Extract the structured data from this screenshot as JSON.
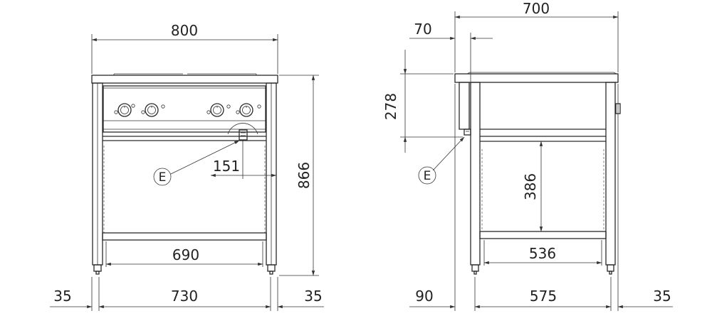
{
  "front_view": {
    "dims": {
      "width_total": "800",
      "height_total": "866",
      "knob_offset": "151",
      "inner_width": "690",
      "leg_offset_left": "35",
      "leg_span": "730",
      "leg_offset_right": "35"
    },
    "callout": "E"
  },
  "side_view": {
    "dims": {
      "depth_total": "700",
      "top_offset": "70",
      "panel_height": "278",
      "shelf_height": "386",
      "inner_depth": "536",
      "leg_offset_left": "90",
      "leg_span": "575",
      "leg_offset_right": "35"
    },
    "callout": "E"
  }
}
